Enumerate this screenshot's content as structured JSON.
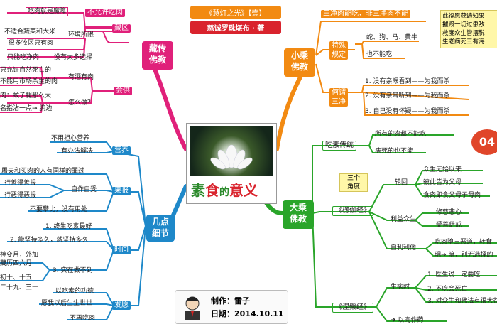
{
  "title": {
    "line1": "《慧灯之光》【壹】",
    "line2": "慈诚罗珠堪布 · 著"
  },
  "center": {
    "title_part1": "素",
    "title_part2": "食",
    "title_part3": "的",
    "title_part4": "意",
    "title_part5": "义"
  },
  "author_card": {
    "maker": "制作：雷子",
    "date": "日期：2014.10.11"
  },
  "badge": "04",
  "colors": {
    "red": "#d9232d",
    "orange": "#f28a12",
    "green": "#2aa52a",
    "blue": "#1e88c9",
    "magenta": "#e0207a"
  },
  "zang": {
    "label": "藏传\n佛教",
    "not_allowed": "不允许吃肉",
    "eat_meat_demon": "吃肉就是魔障",
    "zangqu": "藏区",
    "not_suit_veg": "不适合蔬菜和大米",
    "env": "环境所限",
    "many_herders": "很多牧区只有肉",
    "only_meat": "只能吃净肉",
    "no_choice": "没有太多选择",
    "huishe": "会供",
    "allow_natural": "只允许自然死亡的",
    "no_market_meat": "不能用市场杀生的肉",
    "has_wine_meat": "有酒有肉",
    "meat_mosquito": "肉：蚊子腿那么大",
    "dip": "名指沾一点→ 腑边",
    "how": "怎么做？"
  },
  "xiaocheng": {
    "label": "小乘\n佛教",
    "sanjing": "三净肉能吃，非三净肉不能",
    "special": "特殊\n规定",
    "snake_dog": "蛇、狗、马、黄牛",
    "cannot_eat": "也不能吃",
    "what_is": "何谓\n三净",
    "j1": "1. 没有亲眼看到——为我而杀",
    "j2": "2. 没有亲耳听到——为我而杀",
    "j3": "3. 自己没有怀疑——为我而杀",
    "note": "此福愿获遍知果\n摧毁一切过患敌\n救度众生皆摆脱\n生老病死三有海"
  },
  "dacheng": {
    "label": "大乘\n佛教",
    "tradition": "吃素传统",
    "all_meat": "所有的肉都不能吃",
    "sick_too": "病死的也不能",
    "three_angles": "三个\n角度",
    "lenga": "《楞伽经》",
    "lunhui": "轮回",
    "lh1": "众生无始以来",
    "lh2": "彼此皆为父母",
    "lh3": "食肉即食父母子母肉",
    "benefit": "利益众生",
    "b1": "修慈悲心",
    "b2": "受菩萨戒",
    "self": "自利利他",
    "s1": "吃肉堕三恶道，转食",
    "s2": "明→ 暗，别无选择的",
    "niepan": "《涅槃经》",
    "when_sick": "生病时",
    "n1": "1. 医生说一定要吃",
    "n2": "2. 不吃会死亡",
    "n3": "3. 对众生和佛法有很大益",
    "meat_medicine": "➜ 以肉作药"
  },
  "jidian": {
    "label": "几点\n细节",
    "yingyang": "营养",
    "y1": "不用担心营养",
    "y2": "有办法解决",
    "guobao": "果报",
    "g1": "屠夫和买肉的人有同样的罪过",
    "g2": "自作自受",
    "g3": "行善得善报",
    "g4": "行恶得恶报",
    "g5": "不要攀比，没有用处",
    "shijian": "时间",
    "t1": "1. 终生吃素最好",
    "t2": "2. 能坚持多久，就坚持多久",
    "t3a": "神变月，外加",
    "t3b": "藏历四六月",
    "t3c": "3. 实在做不到",
    "t3d": "初十、十五",
    "t3e": "二十九、三十",
    "fayuan": "发愿",
    "f1": "以吃素的功德",
    "f2": "愿我以后生生世世",
    "f3": "不再吃肉"
  }
}
